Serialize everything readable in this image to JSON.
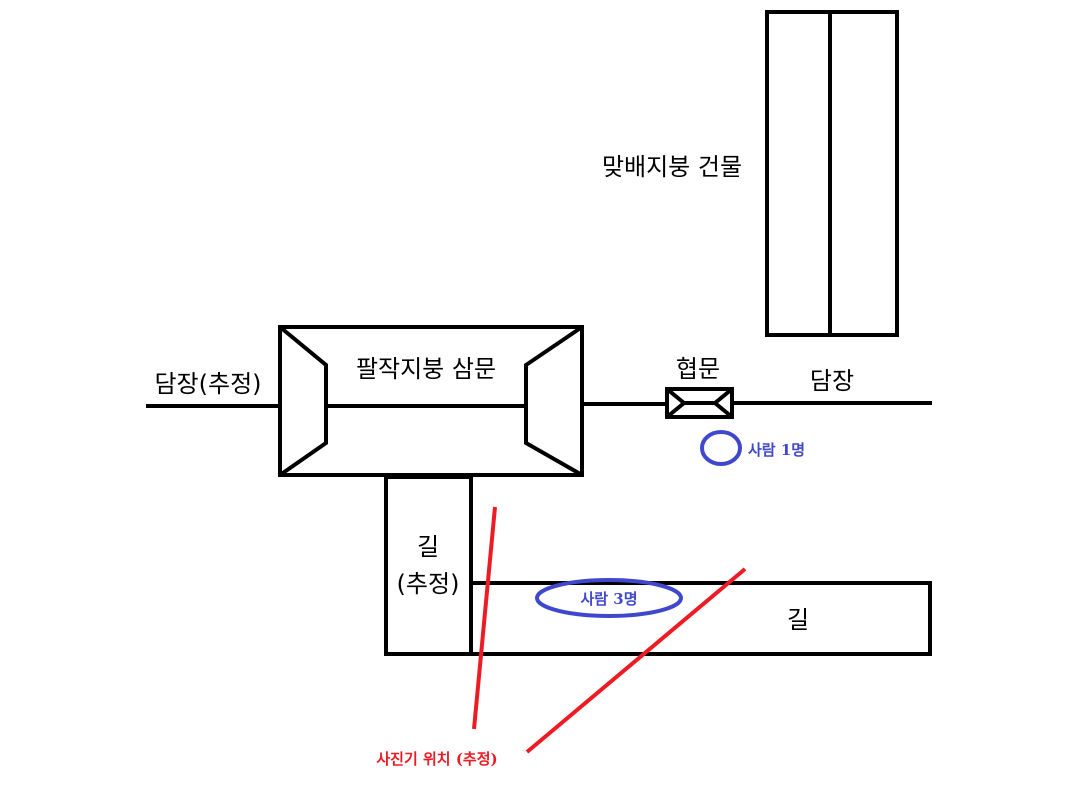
{
  "colors": {
    "outline": "#000000",
    "people_marker": "#3f48cc",
    "camera_marker": "#ed1c24",
    "background": "#ffffff"
  },
  "labels": {
    "gable_building": "맞배지붕 건물",
    "main_gate": "팔작지붕 삼문",
    "side_gate": "협문",
    "wall_left": "담장(추정)",
    "wall_right": "담장",
    "path_vertical_line1": "길",
    "path_vertical_line2": "(추정)",
    "path_horizontal": "길",
    "people_one": "사람 1명",
    "people_three": "사람 3명",
    "camera_position": "사진기 위치 (추정)"
  }
}
